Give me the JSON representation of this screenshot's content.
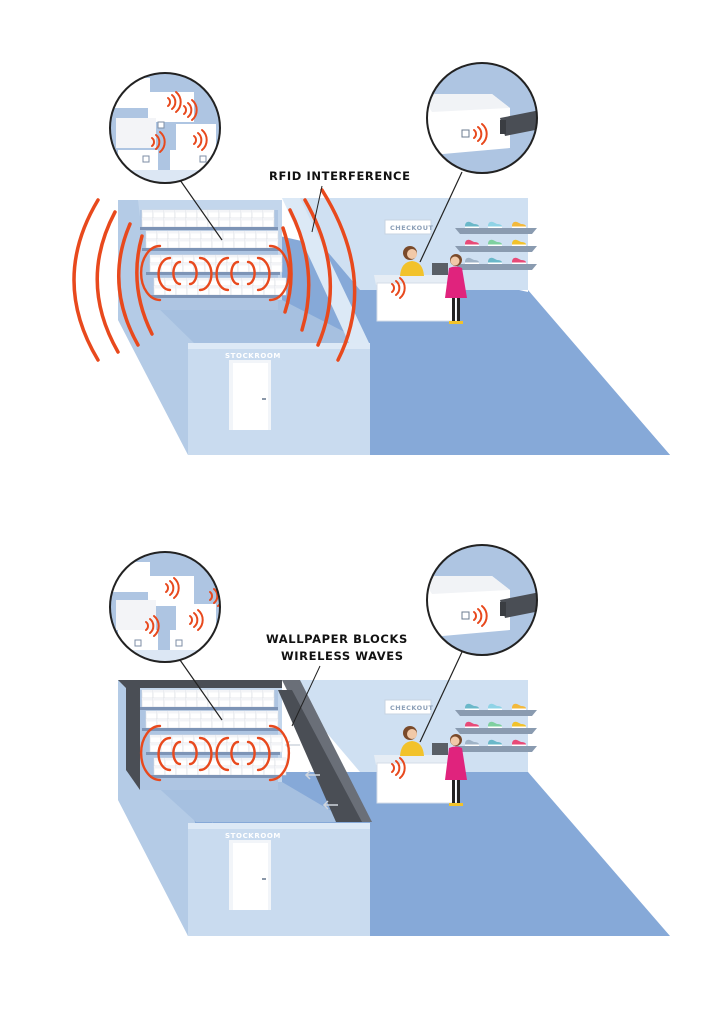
{
  "colors": {
    "floor": "#86a9d8",
    "wall_light": "#cfe0f2",
    "wall_mid": "#b4cbe6",
    "waves": "#e8491d",
    "blocking_wallpaper": "#4a4e55",
    "customer": "#e0237d",
    "cashier": "#f2c22b"
  },
  "scene_top": {
    "callout": "RFID INTERFERENCE",
    "stockroom_label": "STOCKROOM",
    "checkout_label": "CHECKOUT"
  },
  "scene_bottom": {
    "callout_line1": "WALLPAPER BLOCKS",
    "callout_line2": "WIRELESS WAVES",
    "stockroom_label": "STOCKROOM",
    "checkout_label": "CHECKOUT"
  },
  "icons": [
    "rfid-wave-icon",
    "arrow-left-icon",
    "shoe-icon",
    "door-icon",
    "box-icon",
    "scanner-icon"
  ]
}
